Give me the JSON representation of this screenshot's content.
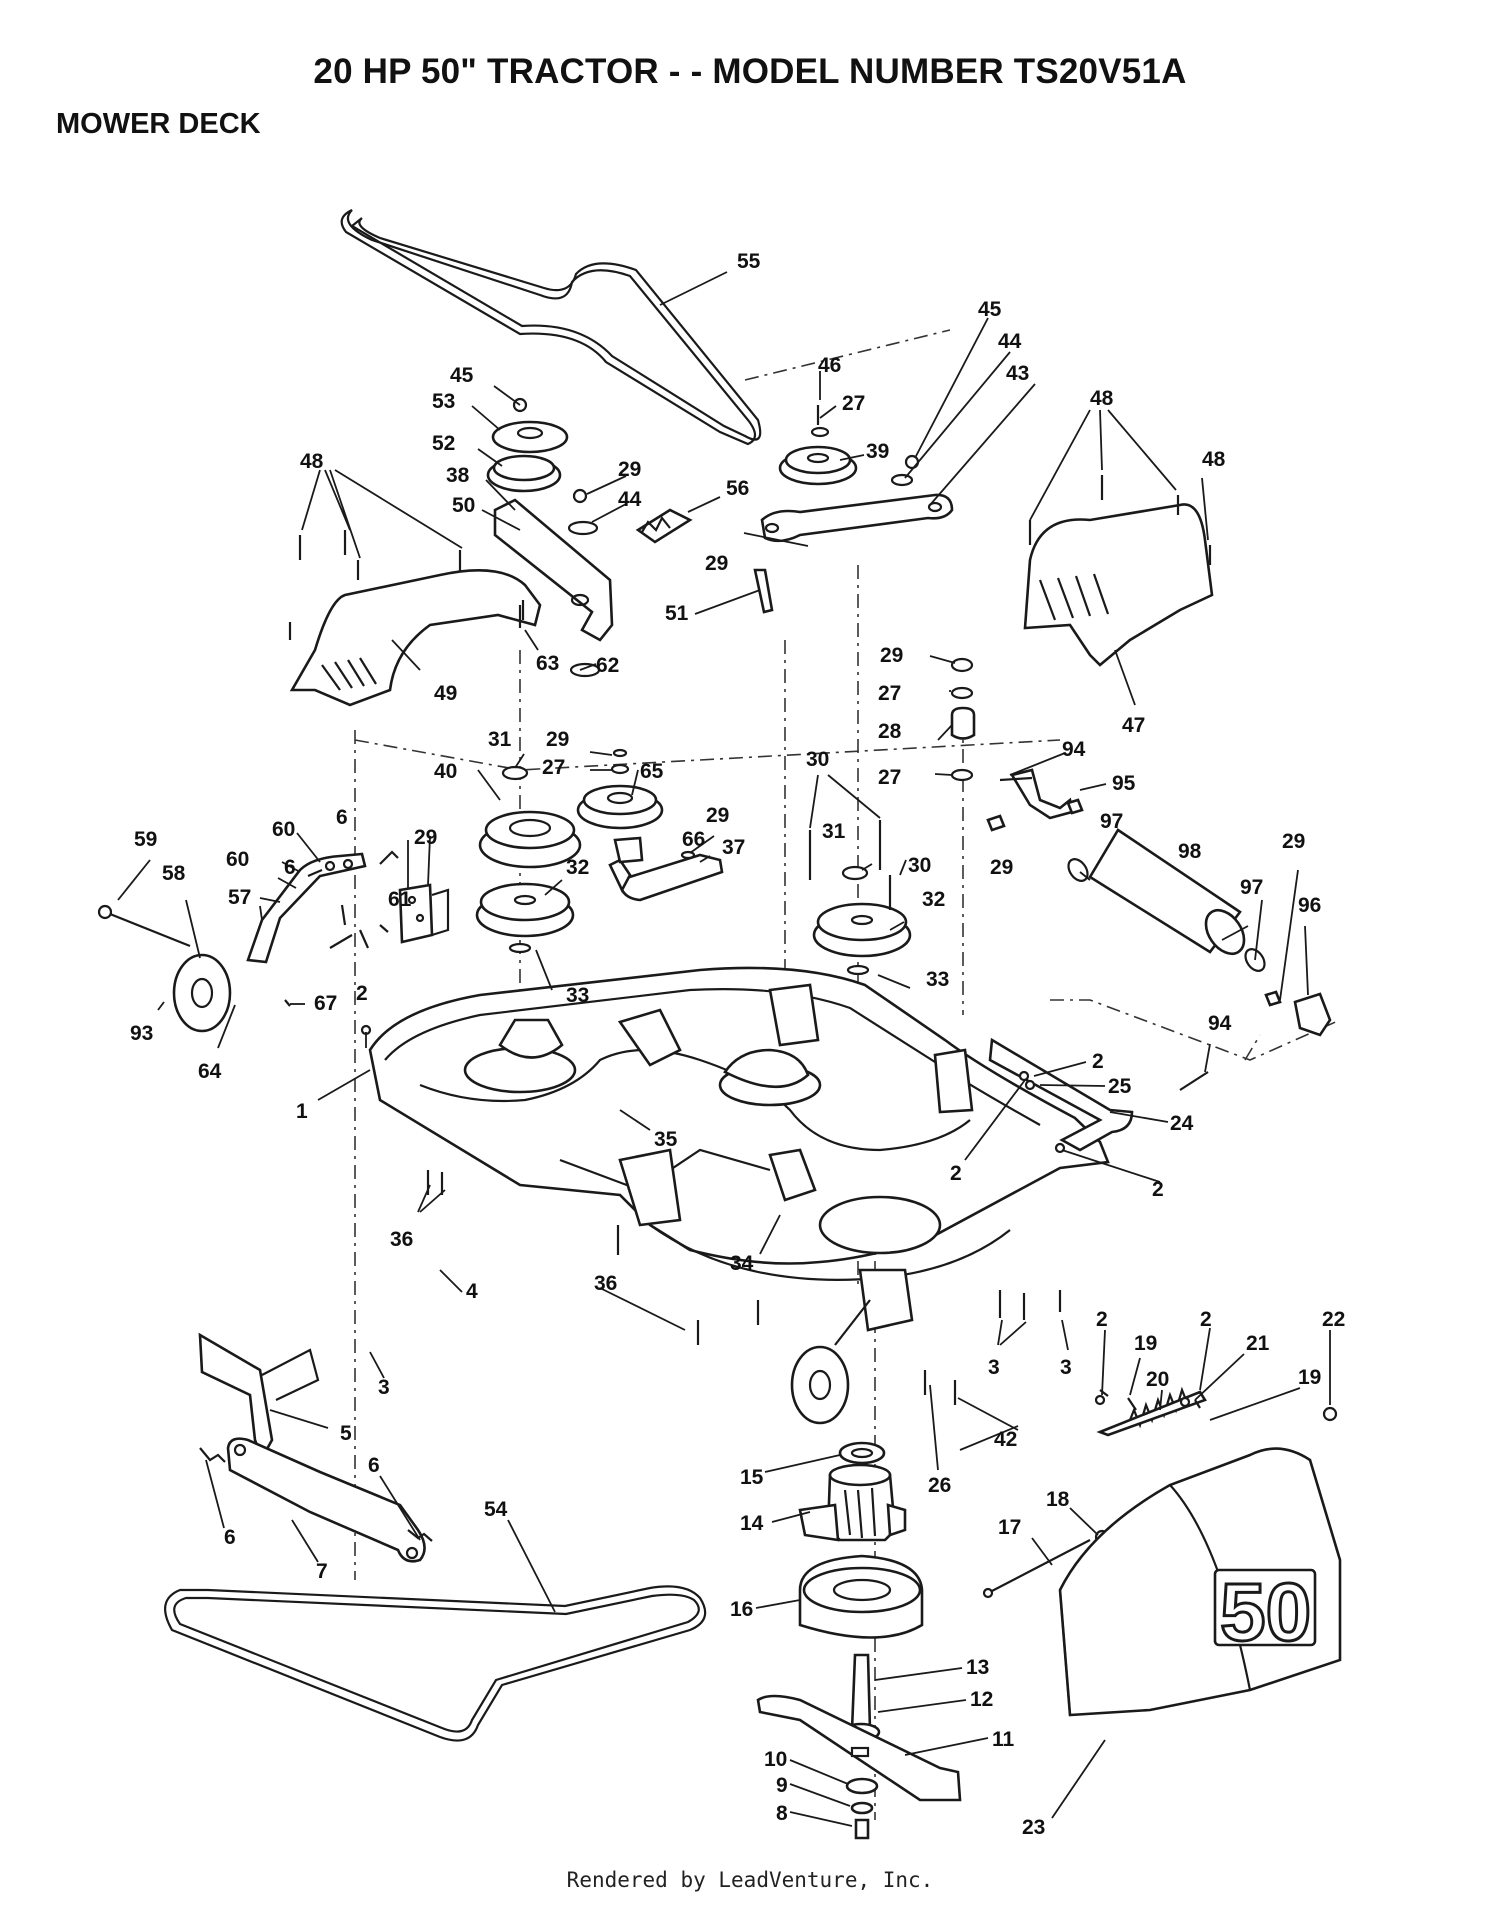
{
  "header": {
    "title": "20 HP 50\" TRACTOR - - MODEL NUMBER TS20V51A",
    "section": "MOWER DECK"
  },
  "diagram": {
    "deck_badge": "50",
    "callouts": [
      "55",
      "45",
      "53",
      "52",
      "38",
      "50",
      "29",
      "44",
      "56",
      "46",
      "27",
      "39",
      "45",
      "44",
      "43",
      "48",
      "48",
      "29",
      "51",
      "63",
      "62",
      "49",
      "48",
      "47",
      "29",
      "27",
      "28",
      "27",
      "94",
      "95",
      "31",
      "29",
      "27",
      "65",
      "40",
      "30",
      "29",
      "37",
      "66",
      "31",
      "30",
      "32",
      "32",
      "33",
      "33",
      "59",
      "58",
      "60",
      "6",
      "60",
      "6",
      "57",
      "29",
      "61",
      "67",
      "93",
      "64",
      "2",
      "97",
      "98",
      "29",
      "97",
      "96",
      "29",
      "94",
      "2",
      "25",
      "24",
      "2",
      "2",
      "1",
      "35",
      "36",
      "34",
      "4",
      "36",
      "3",
      "3",
      "3",
      "2",
      "19",
      "2",
      "21",
      "22",
      "20",
      "19",
      "5",
      "42",
      "26",
      "15",
      "14",
      "18",
      "17",
      "6",
      "6",
      "7",
      "54",
      "16",
      "13",
      "12",
      "11",
      "10",
      "9",
      "8",
      "23"
    ]
  },
  "footer": {
    "credit": "Rendered by LeadVenture, Inc."
  }
}
